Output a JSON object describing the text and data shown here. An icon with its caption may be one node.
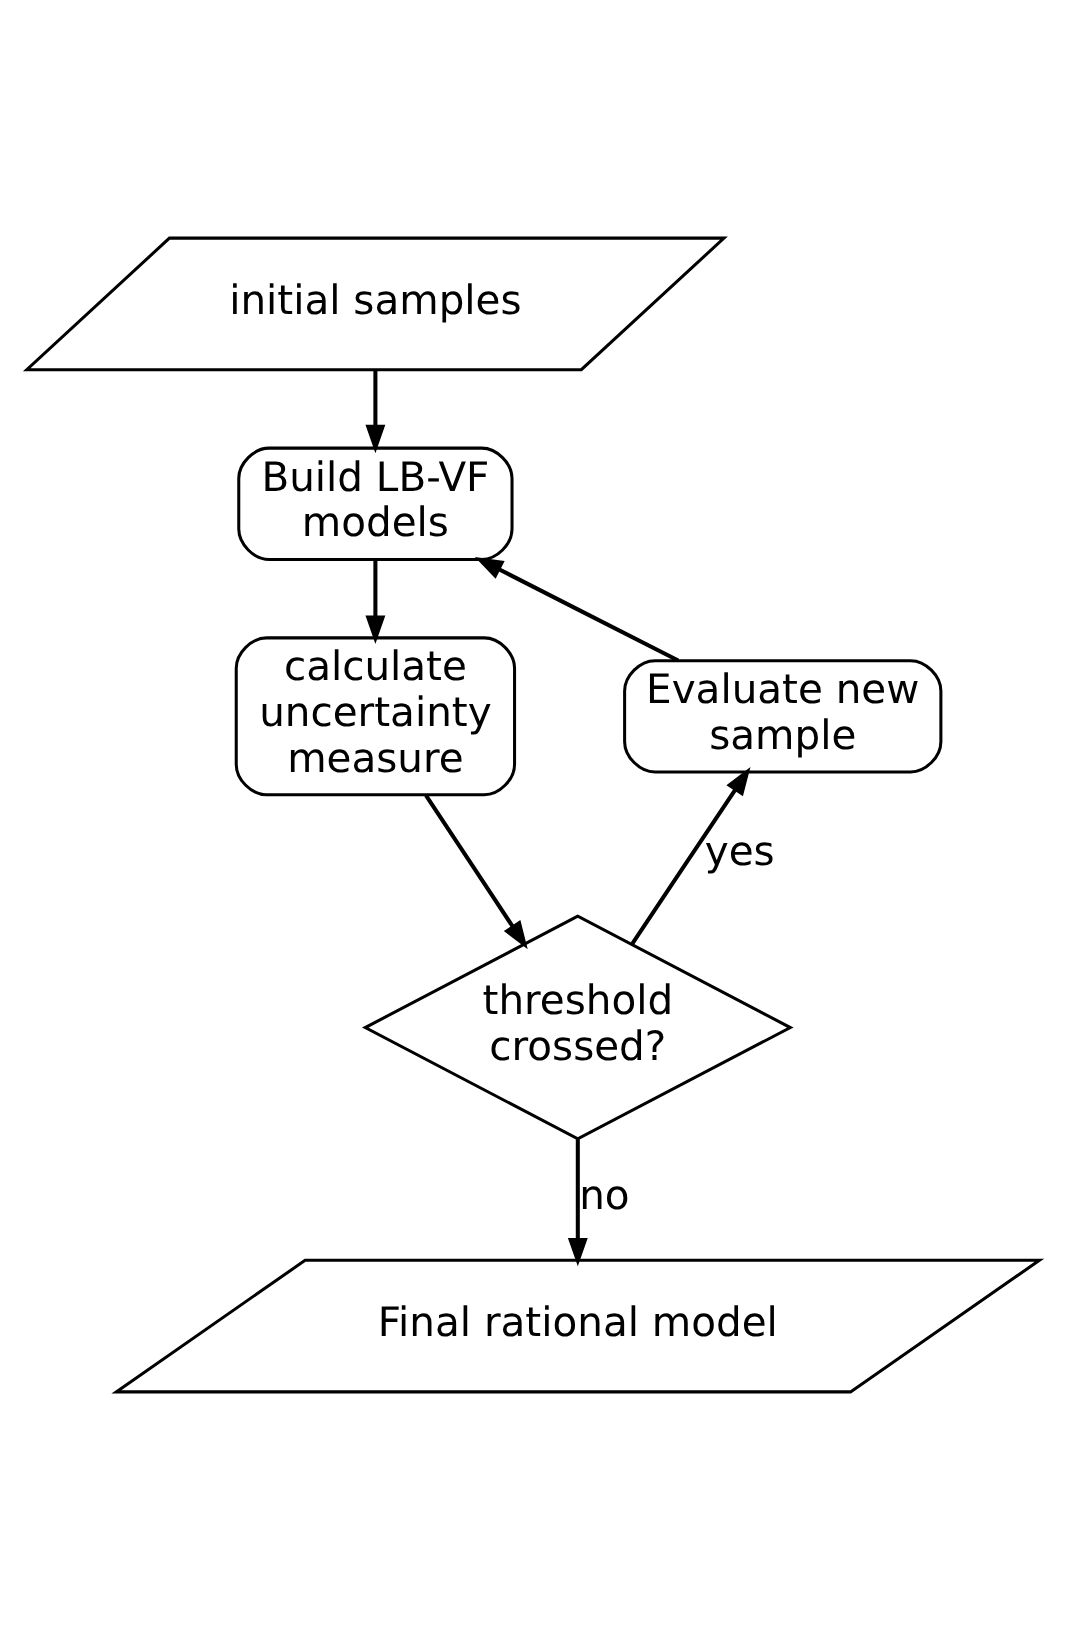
{
  "diagram": {
    "nodes": [
      {
        "text": [
          "initial samples"
        ]
      },
      {
        "text": [
          "Build LB-VF models"
        ]
      },
      {
        "text": [
          "calculate uncertainty measure"
        ]
      },
      {
        "text": [
          "threshold crossed?"
        ]
      },
      {
        "text": [
          "Evaluate new sample"
        ]
      },
      {
        "text": [
          "Final rational model"
        ]
      }
    ],
    "edges": [
      {
        "from": 0,
        "to": 1,
        "arrow": "to"
      },
      {
        "from": 1,
        "to": 2,
        "arrow": "to"
      },
      {
        "from": 2,
        "to": 3,
        "arrow": "to"
      },
      {
        "from": 3,
        "to": 4,
        "arrow": "to",
        "label": "yes"
      },
      {
        "from": 4,
        "to": 1,
        "arrow": "to"
      },
      {
        "from": 3,
        "to": 5,
        "arrow": "to",
        "label": "no"
      }
    ]
  }
}
